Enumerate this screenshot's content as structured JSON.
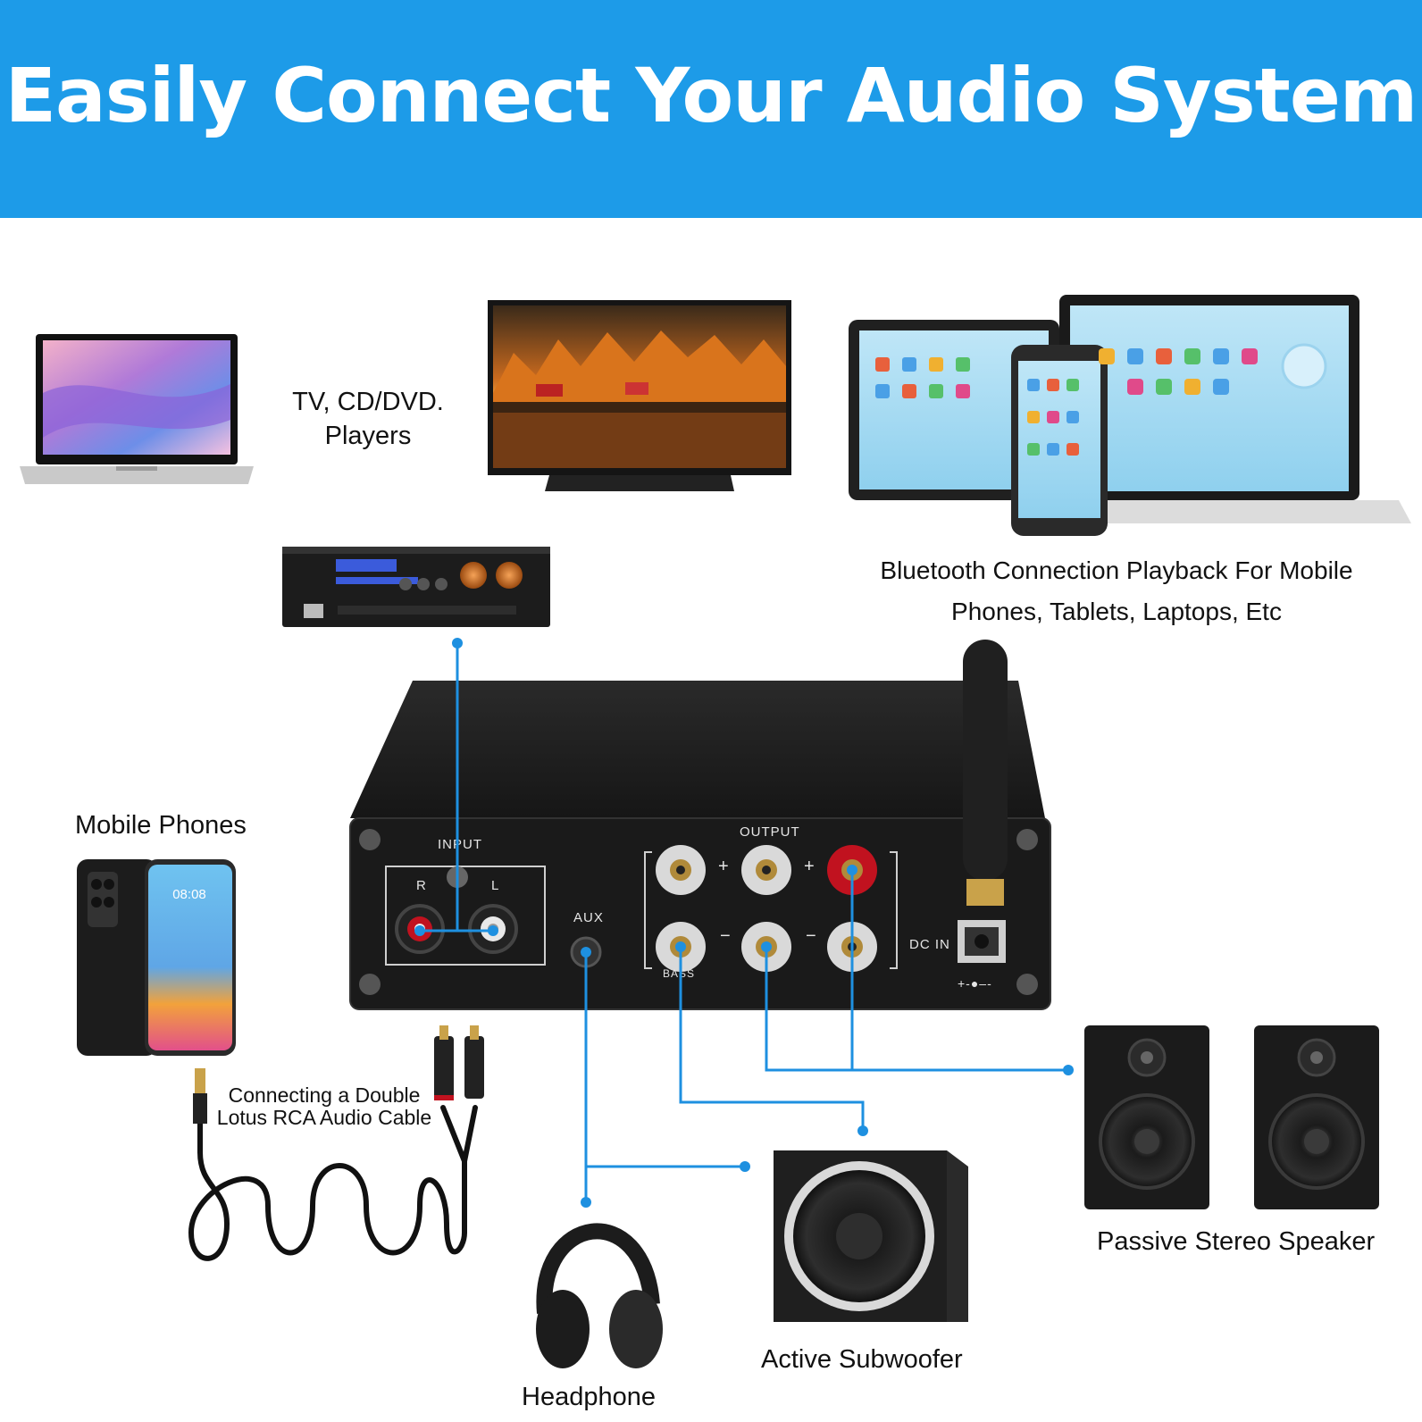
{
  "title": "Easily Connect Your Audio System",
  "labels": {
    "tv_players": "TV, CD/DVD.\nPlayers",
    "bluetooth": "Bluetooth Connection Playback For Mobile\nPhones, Tablets, Laptops, Etc",
    "mobile_phones": "Mobile Phones",
    "cable": "Connecting a Double\nLotus RCA Audio Cable",
    "passive_speaker": "Passive Stereo Speaker",
    "subwoofer": "Active Subwoofer",
    "headphone": "Headphone"
  },
  "panel": {
    "input": "INPUT",
    "r": "R",
    "l": "L",
    "aux": "AUX",
    "output": "OUTPUT",
    "bass": "BASS",
    "dc_in": "DC IN",
    "plus": "+",
    "minus": "−",
    "polarity": "+-●–-"
  },
  "screens": {
    "phone_time": "08:08"
  },
  "colors": {
    "banner": "#1d9be8",
    "connector": "#1e90e0",
    "amp_body": "#1a1a1a"
  }
}
